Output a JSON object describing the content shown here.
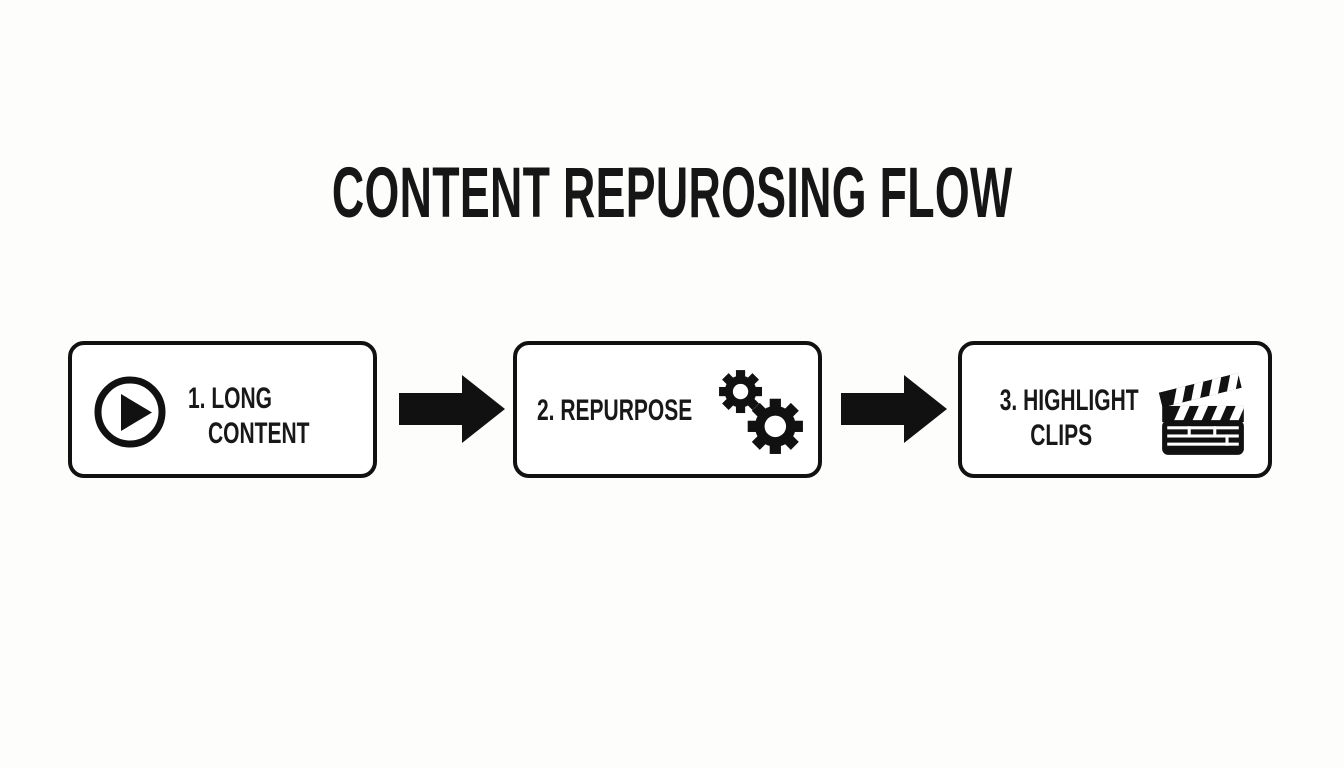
{
  "title": "CONTENT REPUROSING FLOW",
  "colors": {
    "background": "#fdfdfc",
    "ink": "#141414",
    "box_background": "#ffffff",
    "box_border": "#111111"
  },
  "flow": {
    "steps": [
      {
        "line1": "1. LONG",
        "line2": "CONTENT",
        "icon": "play-icon"
      },
      {
        "line1": "2. REPURPOSE",
        "icon": "gears-icon"
      },
      {
        "line1": "3. HIGHLIGHT",
        "line2": "CLIPS",
        "icon": "clapperboard-icon"
      }
    ],
    "connectors": [
      "arrow-right",
      "arrow-right"
    ]
  }
}
